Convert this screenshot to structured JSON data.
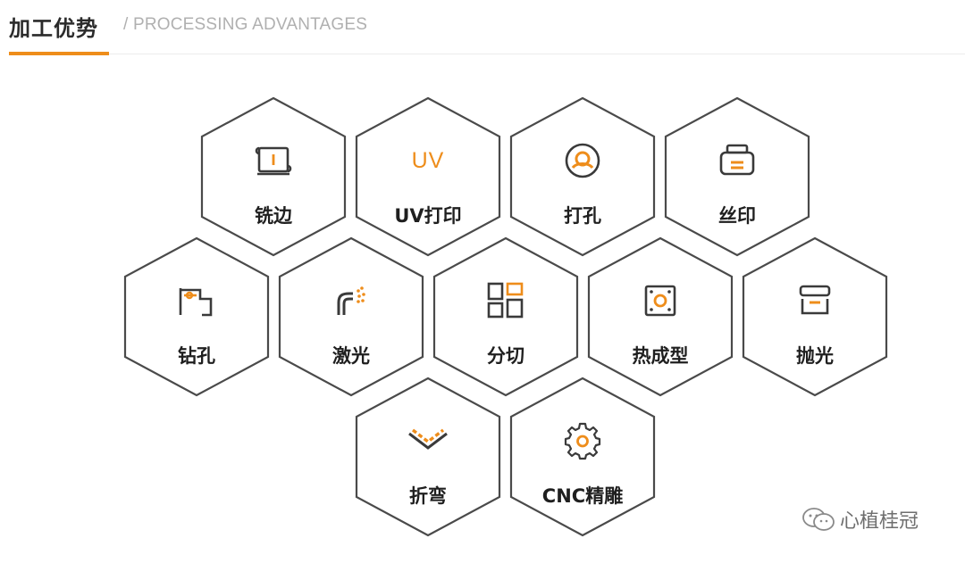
{
  "header": {
    "title": "加工优势",
    "subtitle": "/ PROCESSING ADVANTAGES"
  },
  "colors": {
    "accent": "#ee8d1b",
    "hex_border": "#4a4a4a",
    "icon_dark": "#3a3a3a"
  },
  "features": [
    {
      "label": "铣边",
      "icon": "milling-icon"
    },
    {
      "label": "UV打印",
      "icon": "uv-print-icon",
      "icon_text": "UV"
    },
    {
      "label": "打孔",
      "icon": "punch-icon"
    },
    {
      "label": "丝印",
      "icon": "printer-icon"
    },
    {
      "label": "钻孔",
      "icon": "drill-icon"
    },
    {
      "label": "激光",
      "icon": "laser-icon"
    },
    {
      "label": "分切",
      "icon": "cutting-grid-icon"
    },
    {
      "label": "热成型",
      "icon": "thermoforming-icon"
    },
    {
      "label": "抛光",
      "icon": "polishing-icon"
    },
    {
      "label": "折弯",
      "icon": "bending-icon"
    },
    {
      "label": "CNC精雕",
      "icon": "gear-icon"
    }
  ],
  "watermark": {
    "text": "心植桂冠",
    "icon": "wechat-icon"
  }
}
